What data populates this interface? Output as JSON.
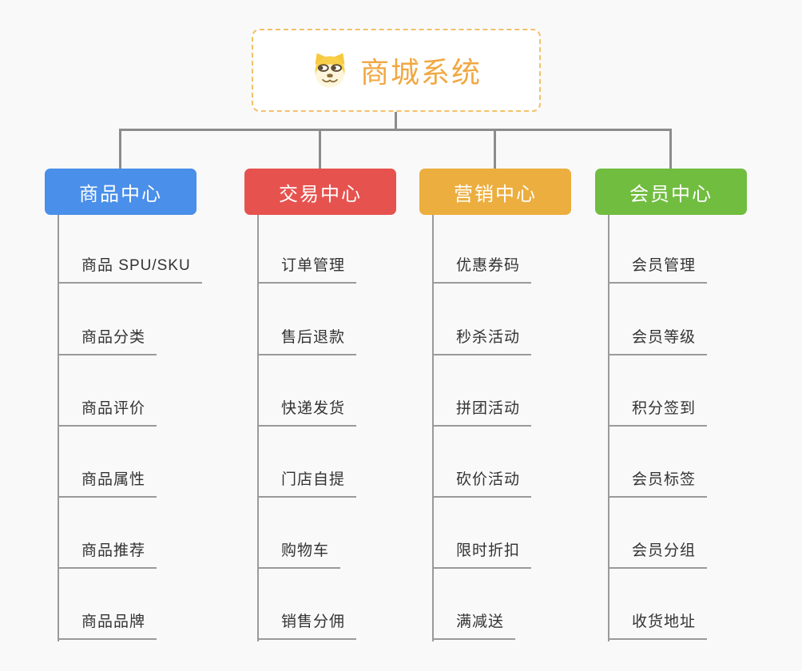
{
  "background": "#f9f9f9",
  "connector_color": "#8c8c8c",
  "root": {
    "title": "商城系统",
    "icon": "doge-icon",
    "text_color": "#f0a843",
    "border_color": "#f3c06a"
  },
  "branches": [
    {
      "label": "商品中心",
      "color": "#4a8fe9",
      "children": [
        "商品 SPU/SKU",
        "商品分类",
        "商品评价",
        "商品属性",
        "商品推荐",
        "商品品牌"
      ]
    },
    {
      "label": "交易中心",
      "color": "#e6534f",
      "children": [
        "订单管理",
        "售后退款",
        "快递发货",
        "门店自提",
        "购物车",
        "销售分佣"
      ]
    },
    {
      "label": "营销中心",
      "color": "#ecae3e",
      "children": [
        "优惠券码",
        "秒杀活动",
        "拼团活动",
        "砍价活动",
        "限时折扣",
        "满减送"
      ]
    },
    {
      "label": "会员中心",
      "color": "#71bd40",
      "children": [
        "会员管理",
        "会员等级",
        "积分签到",
        "会员标签",
        "会员分组",
        "收货地址"
      ]
    }
  ]
}
